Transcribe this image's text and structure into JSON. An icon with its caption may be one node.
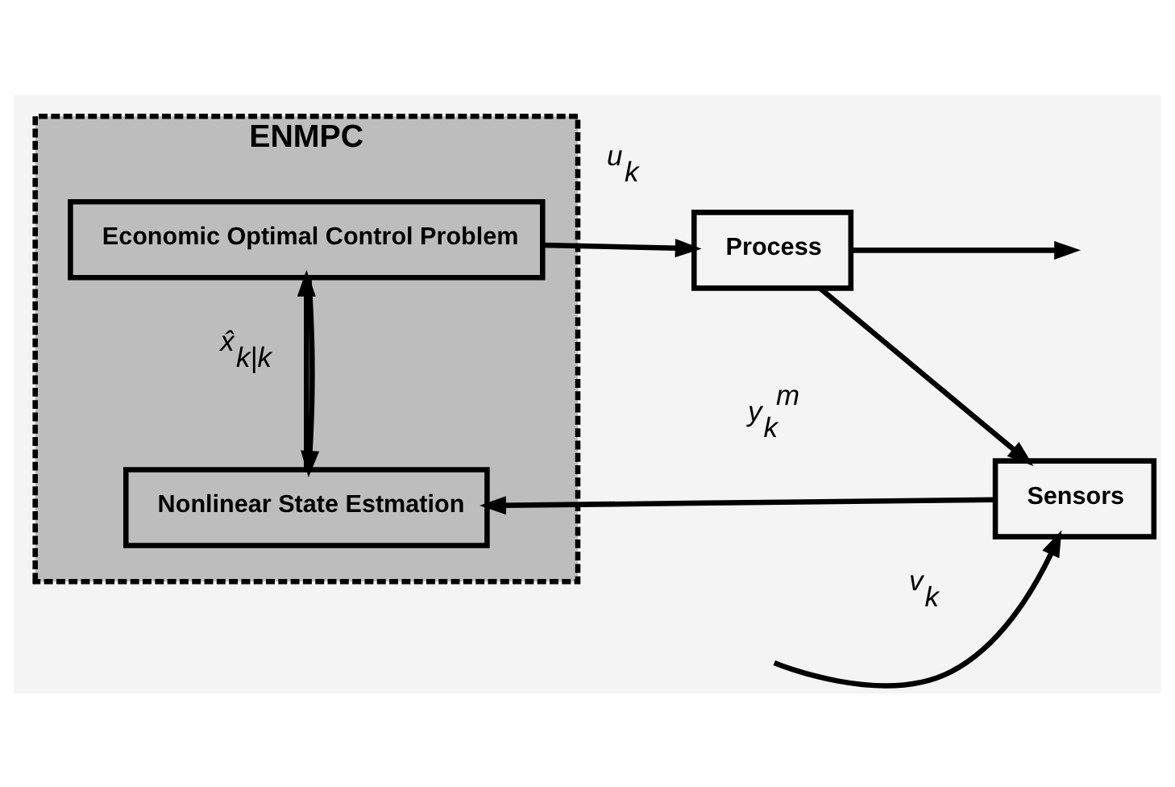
{
  "diagram": {
    "nodes": [
      {
        "text": [
          "ENMPC"
        ]
      },
      {
        "text": [
          "Economic Optimal Control Problem"
        ],
        "in": 0
      },
      {
        "text": [
          "Nonlinear State Estmation"
        ],
        "in": 0
      },
      {
        "text": [
          "Process"
        ]
      },
      {
        "text": [
          "Sensors"
        ]
      }
    ],
    "edges": [
      {
        "from": 1,
        "to": 3,
        "arrow": "to",
        "label": "*u*$_{k}$"
      },
      {
        "from": 1,
        "to": 2,
        "arrow": "to"
      },
      {
        "from": 2,
        "to": 1,
        "arrow": "to",
        "label": "*x̂*$_{k|k}$"
      },
      {
        "from": 3,
        "to": null,
        "arrow": "to"
      },
      {
        "from": 3,
        "to": 4,
        "arrow": "to"
      },
      {
        "from": 4,
        "to": 2,
        "arrow": "to",
        "label": "*y*$_{k}$$^{m}$"
      },
      {
        "from": null,
        "to": 4,
        "arrow": "to",
        "label": "*v*$_{k}$"
      }
    ]
  }
}
